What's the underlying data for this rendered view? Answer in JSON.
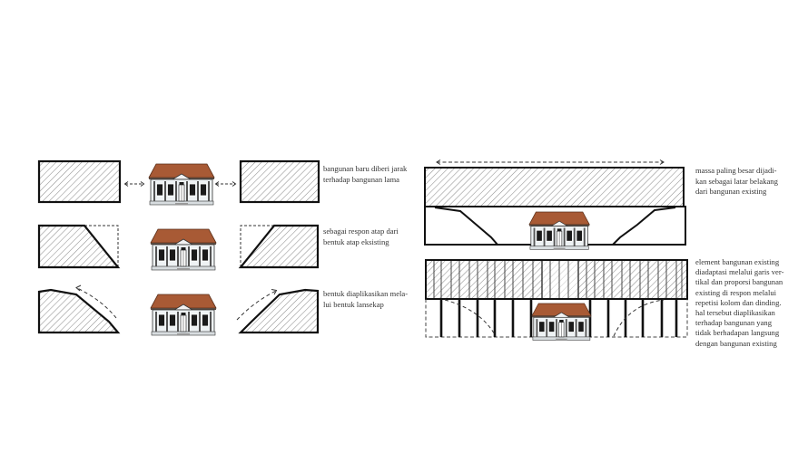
{
  "colors": {
    "stroke": "#111111",
    "hatch": "#9a9a9a",
    "roof": "#a85a35",
    "wall": "#eef2f4",
    "window": "#1a1a1a",
    "text": "#333333"
  },
  "left_diagram": {
    "rows": [
      {
        "id": "spacing",
        "note": "bangunan baru diberi jarak\nterhadap bangunan lama",
        "left_shape": "rectangle",
        "right_shape": "rectangle",
        "connector": "dashed-double-arrow"
      },
      {
        "id": "roof-response",
        "note": "sebagai respon atap dari\nbentuk atap eksisting",
        "left_shape": "sloped-trapezoid-with-dashed-outline",
        "right_shape": "sloped-trapezoid-with-dashed-outline",
        "connector": "none"
      },
      {
        "id": "landscape-form",
        "note": "bentuk diaplikasikan mela-\nlui bentuk lansekap",
        "left_shape": "curved-slope-with-dashed-arrow",
        "right_shape": "curved-slope-with-dashed-arrow",
        "connector": "none"
      }
    ]
  },
  "right_diagram": {
    "panels": [
      {
        "id": "background-mass",
        "note": "massa paling besar dijadi-\nkan sebagai latar belakang\ndari bangunan existing",
        "arrow": "dashed-double-arrow"
      },
      {
        "id": "vertical-rhythm",
        "note": "element bangunan existing\ndiadaptasi melalui garis ver-\ntikal dan proporsi bangunan\nexisting di respon melalui\nrepetisi kolom dan dinding.\nhal tersebut diaplikasikan\nterhadap bangunan yang\ntidak berhadapan langsung\ndengan bangunan existing",
        "column_count": 14
      }
    ]
  }
}
